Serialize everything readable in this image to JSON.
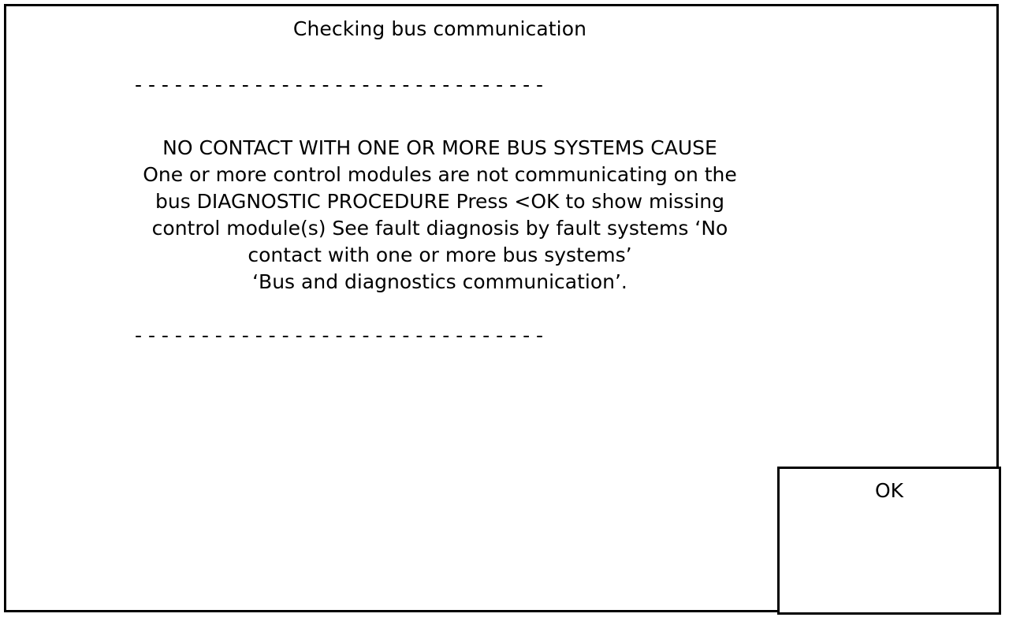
{
  "dialog": {
    "title": "Checking bus communication",
    "separator_top": "- - - - - - - - - - - - - - - - - - - - - - - - - - - - - - -",
    "separator_bottom": "- - - - - - - - - - - - - - - - - - - - - - - - - - - - - - -",
    "message_lines": [
      "NO CONTACT WITH ONE OR MORE BUS SYSTEMS CAUSE",
      "One or more control modules are not communicating on the",
      "bus DIAGNOSTIC PROCEDURE Press <OK to show missing",
      "control module(s) See fault diagnosis by fault systems ‘No",
      "contact with one or more bus systems’",
      "‘Bus and diagnostics communication’."
    ],
    "ok_button": {
      "label": "OK"
    },
    "colors": {
      "background": "#ffffff",
      "foreground": "#000000",
      "border": "#000000"
    }
  }
}
